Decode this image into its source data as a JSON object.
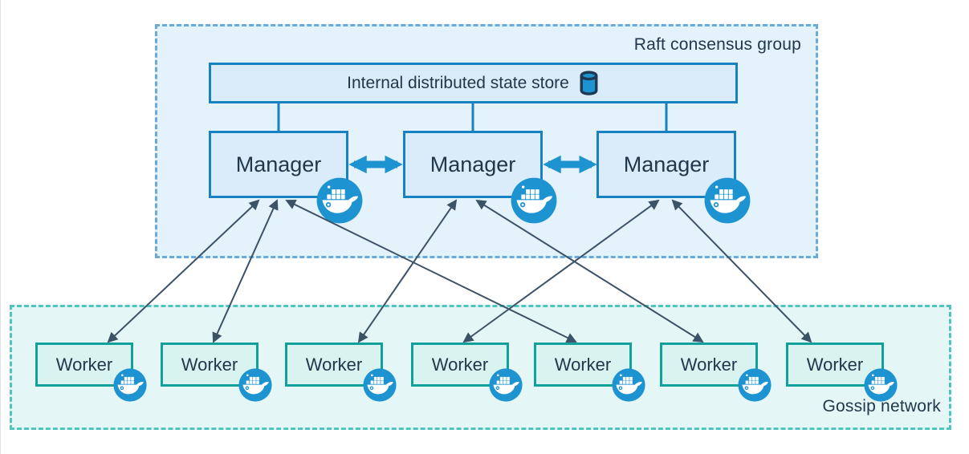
{
  "diagram": {
    "raft_group": {
      "label": "Raft consensus group"
    },
    "state_store": {
      "label": "Internal distributed state store",
      "icon": "database-cylinder-icon"
    },
    "gossip_network": {
      "label": "Gossip network"
    },
    "managers": [
      {
        "id": "manager-1",
        "label": "Manager",
        "icon": "docker-whale-icon"
      },
      {
        "id": "manager-2",
        "label": "Manager",
        "icon": "docker-whale-icon"
      },
      {
        "id": "manager-3",
        "label": "Manager",
        "icon": "docker-whale-icon"
      }
    ],
    "workers": [
      {
        "id": "worker-1",
        "label": "Worker",
        "icon": "docker-whale-icon"
      },
      {
        "id": "worker-2",
        "label": "Worker",
        "icon": "docker-whale-icon"
      },
      {
        "id": "worker-3",
        "label": "Worker",
        "icon": "docker-whale-icon"
      },
      {
        "id": "worker-4",
        "label": "Worker",
        "icon": "docker-whale-icon"
      },
      {
        "id": "worker-5",
        "label": "Worker",
        "icon": "docker-whale-icon"
      },
      {
        "id": "worker-6",
        "label": "Worker",
        "icon": "docker-whale-icon"
      },
      {
        "id": "worker-7",
        "label": "Worker",
        "icon": "docker-whale-icon"
      }
    ],
    "links": {
      "store_to_managers": [
        "manager-1",
        "manager-2",
        "manager-3"
      ],
      "manager_peers": [
        [
          "manager-1",
          "manager-2"
        ],
        [
          "manager-2",
          "manager-3"
        ]
      ],
      "manager_worker": [
        [
          "manager-1",
          "worker-1"
        ],
        [
          "manager-1",
          "worker-2"
        ],
        [
          "manager-1",
          "worker-5"
        ],
        [
          "manager-2",
          "worker-3"
        ],
        [
          "manager-2",
          "worker-6"
        ],
        [
          "manager-3",
          "worker-4"
        ],
        [
          "manager-3",
          "worker-7"
        ]
      ]
    },
    "colors": {
      "docker_blue": "#1e93d1",
      "box_border_blue": "#1781c2",
      "box_fill_blue": "#daecf9",
      "raft_fill": "#e4f2fb",
      "raft_dash": "#69abde",
      "teal_border": "#12a09b",
      "worker_fill": "#d9f3f0",
      "gossip_fill": "#e4f7f6",
      "gossip_dash": "#50c4bf",
      "arrow_slate": "#3c5267",
      "text_dark": "#21374b"
    }
  }
}
